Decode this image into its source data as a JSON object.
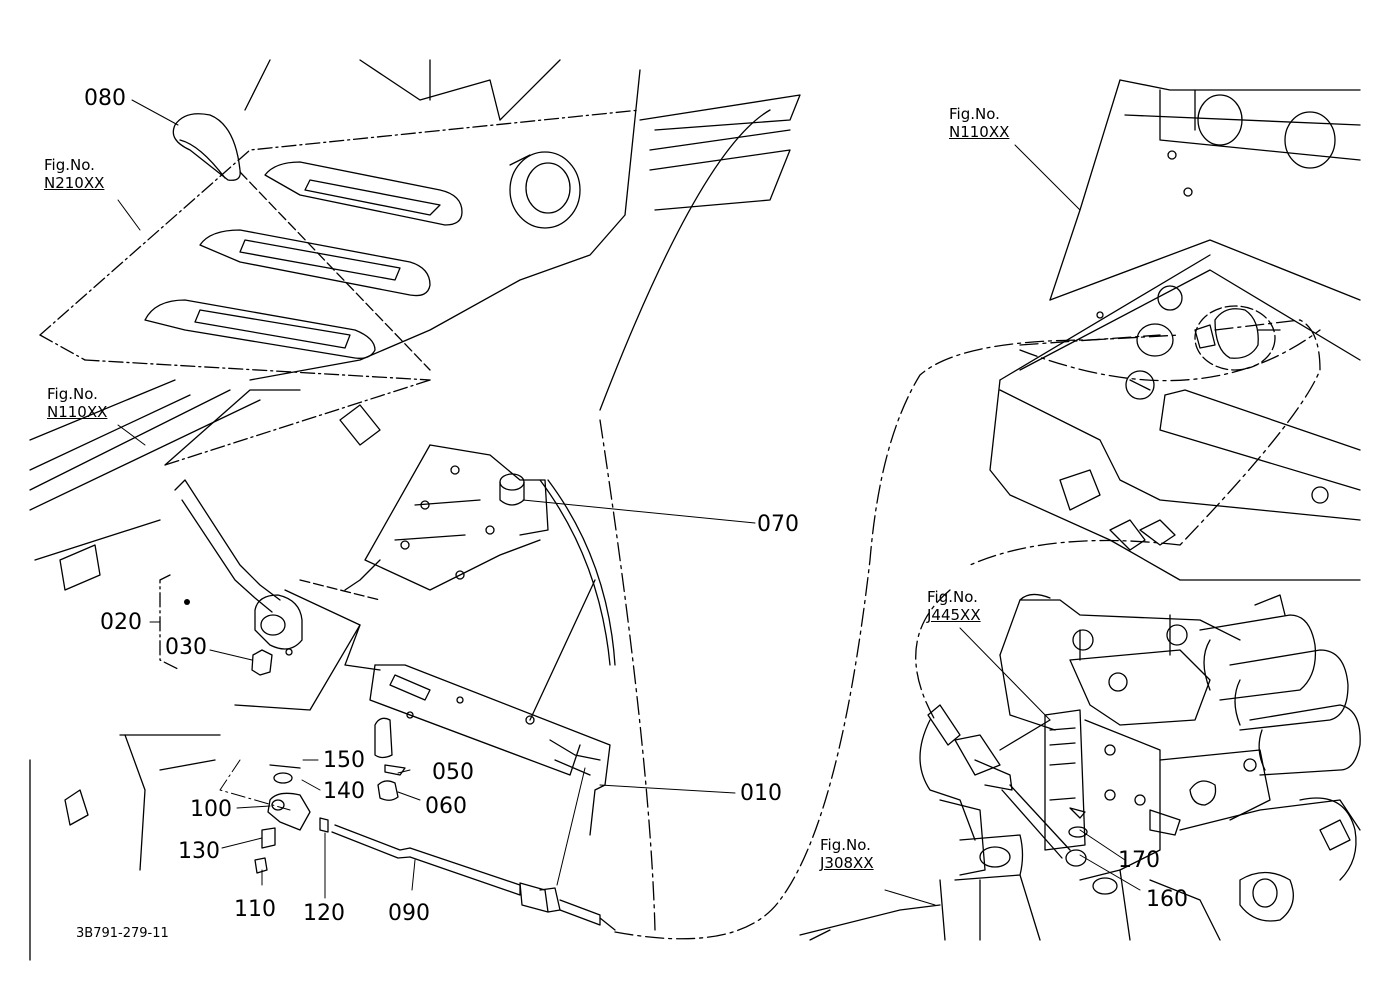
{
  "diagram": {
    "drawing_number": "3B791-279-11",
    "part_labels": [
      "010",
      "020",
      "030",
      "050",
      "060",
      "070",
      "080",
      "090",
      "100",
      "110",
      "120",
      "130",
      "140",
      "150",
      "160",
      "170"
    ],
    "figure_refs": [
      {
        "prefix": "Fig.No.",
        "number": "N210XX"
      },
      {
        "prefix": "Fig.No.",
        "number": "N110XX"
      },
      {
        "prefix": "Fig.No.",
        "number": "N110XX"
      },
      {
        "prefix": "Fig.No.",
        "number": "J445XX"
      },
      {
        "prefix": "Fig.No.",
        "number": "J308XX"
      }
    ]
  }
}
